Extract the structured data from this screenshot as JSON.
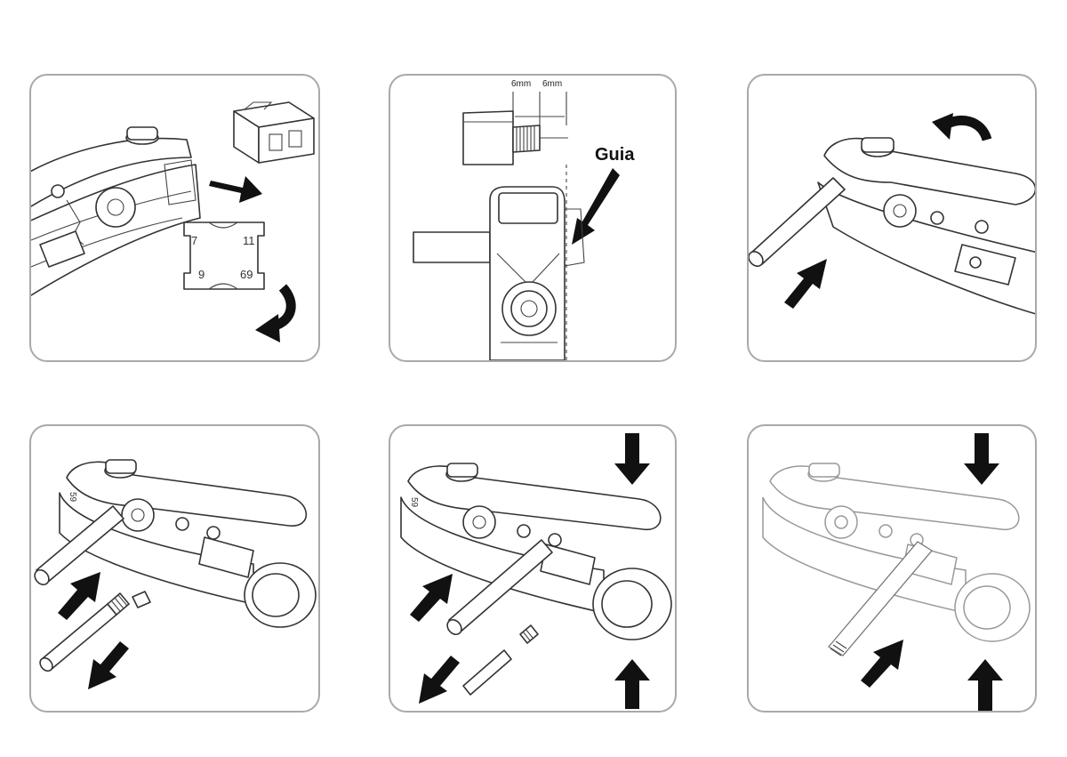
{
  "panels": [
    {
      "id": "step-1",
      "blade_cassette_labels": {
        "top_left": "7",
        "top_right": "11",
        "bottom_left": "9",
        "bottom_right": "69"
      }
    },
    {
      "id": "step-2",
      "dimension_left": "6mm",
      "dimension_right": "6mm",
      "guide_label": "Guia"
    },
    {
      "id": "step-3"
    },
    {
      "id": "step-4",
      "tool_marking": "59"
    },
    {
      "id": "step-5",
      "tool_marking": "59"
    },
    {
      "id": "step-6"
    }
  ],
  "colors": {
    "panel_border": "#a9a9a9",
    "line_art": "#333333",
    "arrow": "#111111",
    "background": "#ffffff"
  },
  "icons": [
    "straight-arrow-icon",
    "curved-arrow-icon",
    "down-arrow-icon",
    "up-arrow-icon"
  ]
}
